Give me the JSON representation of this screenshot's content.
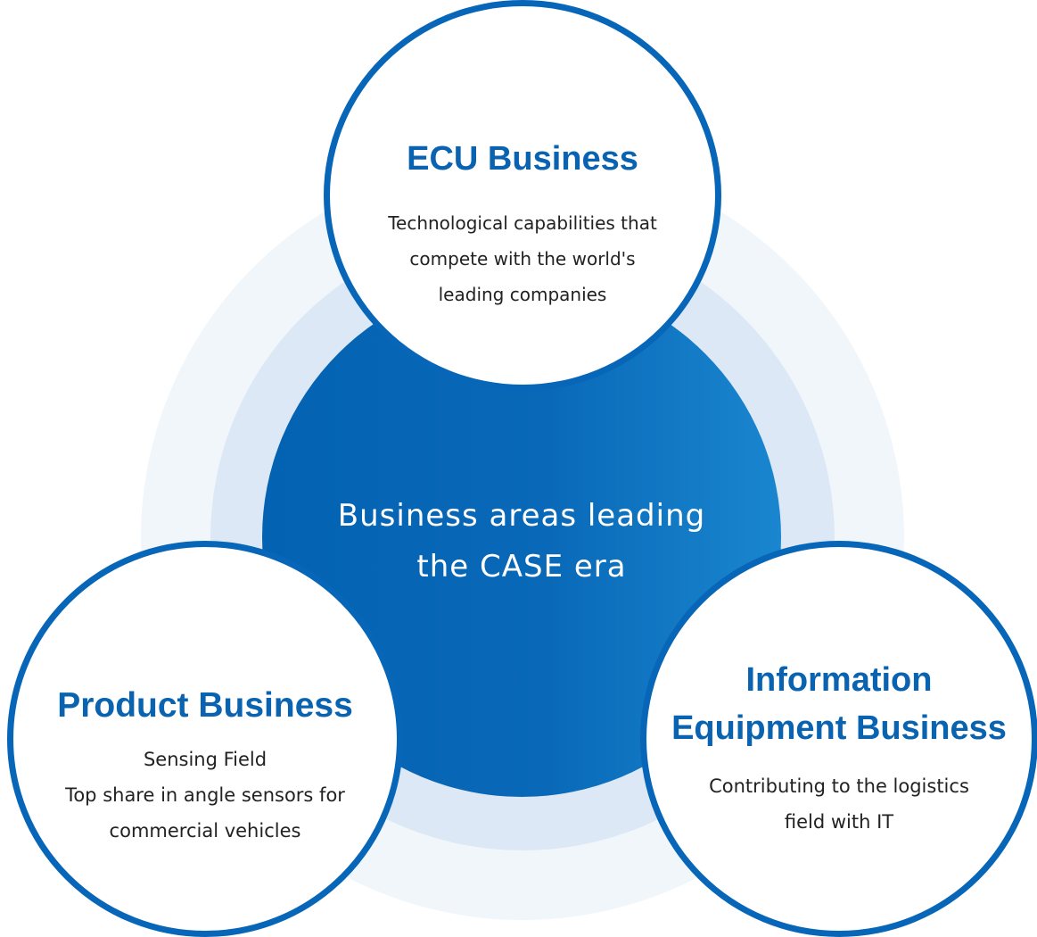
{
  "center": {
    "lines": [
      "Business areas leading",
      "the CASE era"
    ]
  },
  "nodes": {
    "ecu": {
      "title": [
        "ECU Business"
      ],
      "description": [
        "Technological capabilities that",
        "compete with the world's",
        "leading companies"
      ]
    },
    "product": {
      "title": [
        "Product Business"
      ],
      "description": [
        "Sensing Field",
        "Top share in angle sensors for",
        "commercial vehicles"
      ]
    },
    "info": {
      "title": [
        "Information",
        "Equipment Business"
      ],
      "description": [
        "Contributing to the logistics",
        "field with IT"
      ]
    }
  },
  "colors": {
    "accent": "#0766b7",
    "title": "#0a63b1",
    "core_start": "#0362b2",
    "core_end": "#1a86cf",
    "ring_outer": "#f1f6fb",
    "ring_middle": "#dce8f5"
  }
}
